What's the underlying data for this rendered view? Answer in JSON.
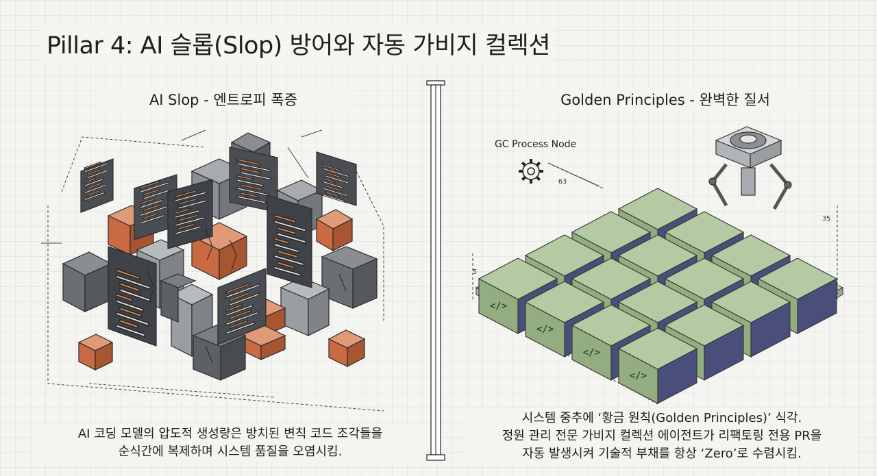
{
  "title": "Pillar 4: AI 슬롭(Slop) 방어와 자동 가비지 컬렉션",
  "left": {
    "subtitle": "AI Slop - 엔트로피 폭증",
    "caption_lines": [
      "AI 코딩 모델의 압도적 생성량은 방치된 변칙 코드 조각들을",
      "순식간에 복제하며 시스템 품질을 오염시킴."
    ]
  },
  "right": {
    "subtitle": "Golden Principles - 완벽한 질서",
    "node_label": "GC Process Node",
    "code_glyph": "</>",
    "caption_lines": [
      "시스템 중추에 ‘황금 원칙(Golden Principles)’ 식각.",
      "정원 관리 전문 가비지 컬렉션 에이전트가 리팩토링 전용 PR을",
      "자동 발생시켜 기술적 부채를 항상 ‘Zero’로 수렴시킴."
    ]
  },
  "colors": {
    "gray_cube": "#6b6f74",
    "orange_cube": "#c96a43",
    "green_cube": "#93ad80",
    "panel": "#4a4d52",
    "panel_code": "#d9884f"
  }
}
